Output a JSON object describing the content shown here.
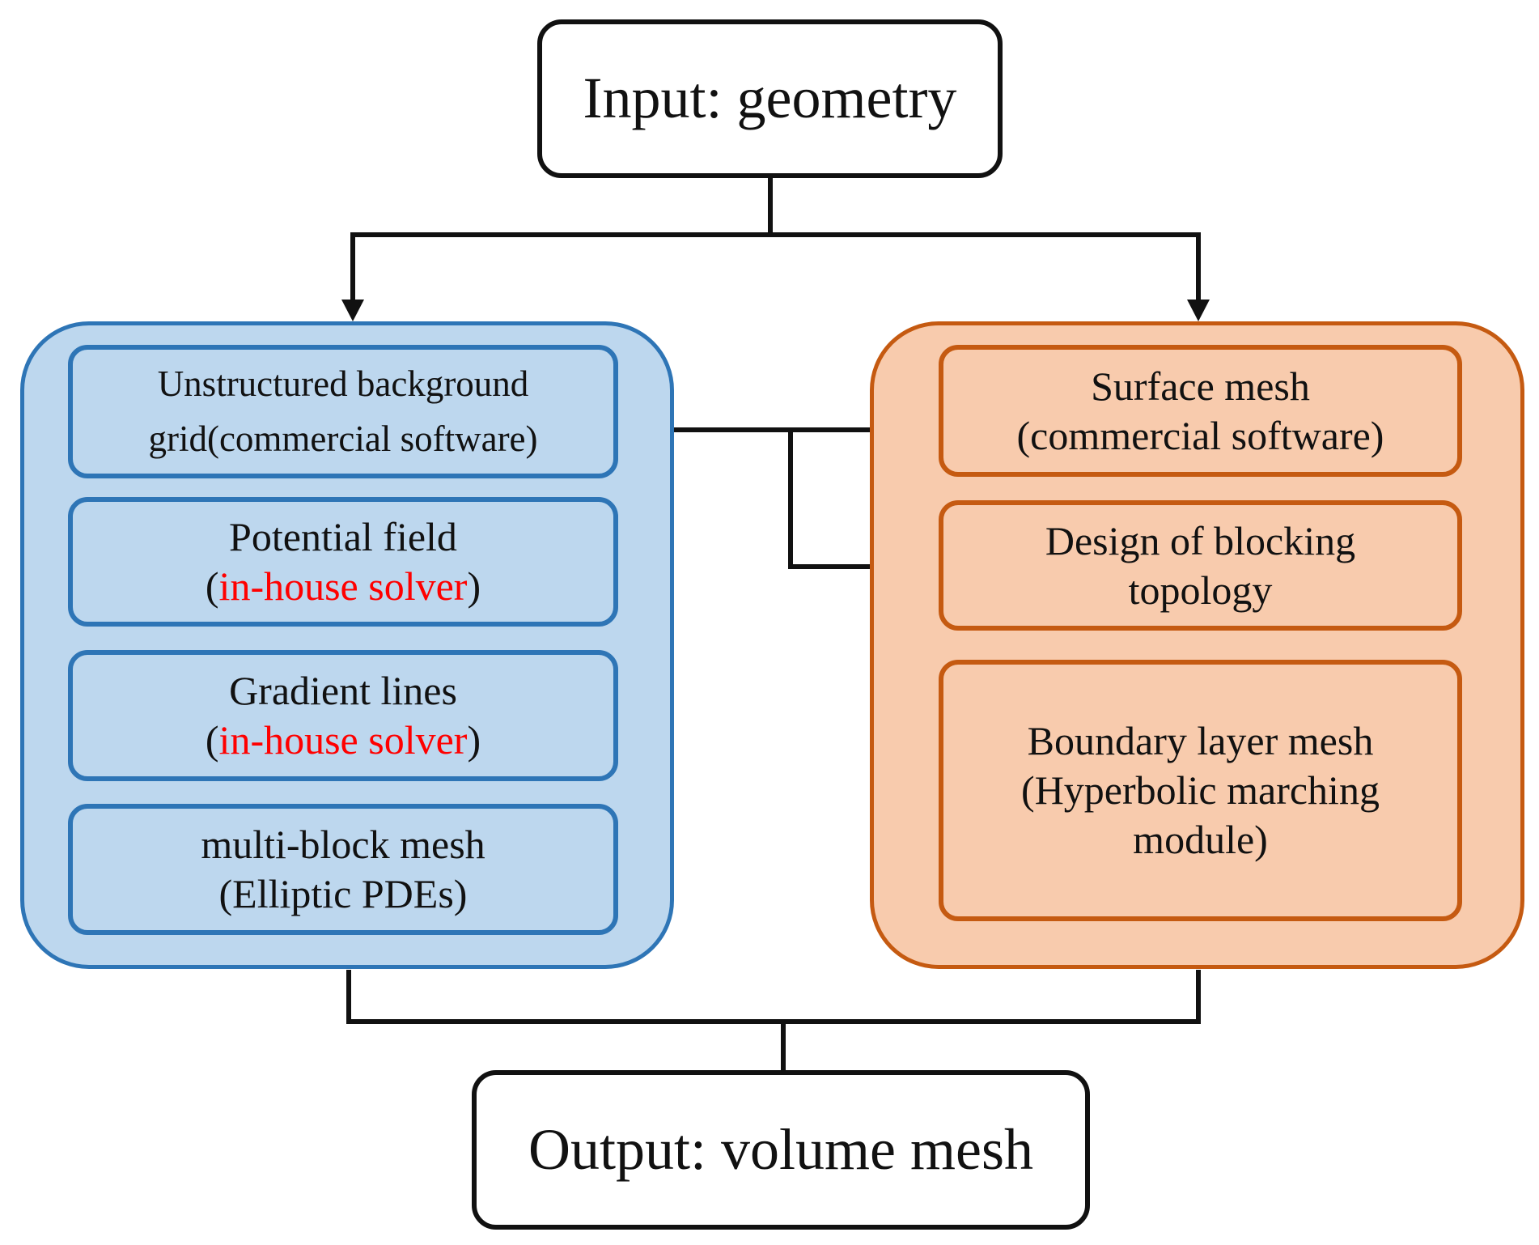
{
  "input": {
    "label": "Input: geometry"
  },
  "output": {
    "label": "Output: volume mesh"
  },
  "left_group": {
    "steps": [
      {
        "line1": "Unstructured background",
        "line2": "grid(commercial software)"
      },
      {
        "line1": "Potential field",
        "open": "(",
        "highlight": "in-house solver",
        "close": ")"
      },
      {
        "line1": "Gradient lines",
        "open": "(",
        "highlight": "in-house solver",
        "close": ")"
      },
      {
        "line1": "multi-block mesh",
        "line2": "(Elliptic PDEs)"
      }
    ]
  },
  "right_group": {
    "steps": [
      {
        "line1": "Surface mesh",
        "line2": "(commercial software)"
      },
      {
        "line1": "Design of blocking",
        "line2": "topology"
      },
      {
        "line1": "Boundary layer mesh",
        "line2": "(Hyperbolic marching",
        "line3": "module)"
      }
    ]
  },
  "colors": {
    "left_fill": "#bdd7ee",
    "left_border": "#2e75b6",
    "right_fill": "#f8cbad",
    "right_border": "#c55a11",
    "highlight_text": "#ff0000",
    "connector": "#111111"
  }
}
